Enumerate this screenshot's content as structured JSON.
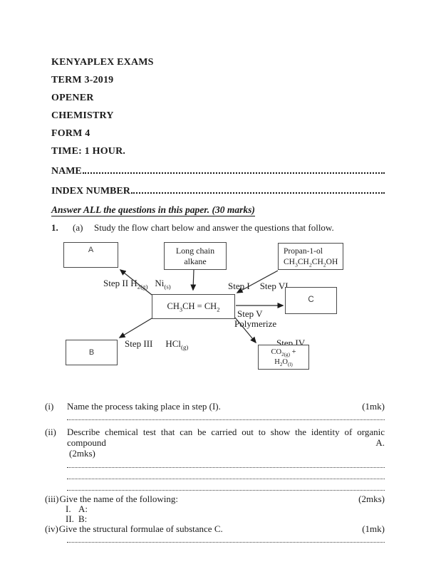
{
  "header": {
    "lines": [
      "KENYAPLEX EXAMS",
      "TERM 3-2019",
      "OPENER",
      "CHEMISTRY",
      "FORM 4",
      "TIME: 1 HOUR."
    ]
  },
  "fields": {
    "name_label": "NAME",
    "index_label": "INDEX NUMBER"
  },
  "instruction": "Answer ALL the questions in this paper. (30 marks)",
  "question1": {
    "number": "1.",
    "part": "(a)",
    "text": "Study the flow chart below and answer the questions that follow."
  },
  "flowchart": {
    "box_a": "A",
    "box_long_chain_line1": "Long chain",
    "box_long_chain_line2": "alkane",
    "box_propanol_line1": "Propan-1-ol",
    "box_propanol_line2": "CH~3~CH~2~CH~2~OH",
    "box_center": "CH~3~CH = CH~2~",
    "box_c": "C",
    "box_b": "B",
    "box_co2_line1": "CO~2(g)~ +",
    "box_co2_line2": "H~2~O~(l)~",
    "label_step2": "Step II H~2(g)~",
    "label_ni": "Ni~(s)~",
    "label_step1": "Step I",
    "label_step6": "Step VI",
    "label_step5": "Step V",
    "label_polymerize": "Polymerize",
    "label_step3": "Step III",
    "label_hcl": "HCl~(g)~",
    "label_step4": "Step IV"
  },
  "questions": {
    "i": {
      "label": "(i)",
      "text": "Name the process taking place in step (I).",
      "marks": "(1mk)"
    },
    "ii": {
      "label": "(ii)",
      "text": "Describe chemical test that can be carried out to show the identity of organic compound A.",
      "marks": "(2mks)"
    },
    "iii": {
      "label": "(iii)",
      "text": "Give the name of the following:",
      "marks": "(2mks)",
      "sub1_label": "I.",
      "sub1_text": "A:",
      "sub2_label": "II.",
      "sub2_text": "B:"
    },
    "iv": {
      "label": "(iv)",
      "text": "Give the structural formulae of substance C.",
      "marks": "(1mk)"
    }
  }
}
